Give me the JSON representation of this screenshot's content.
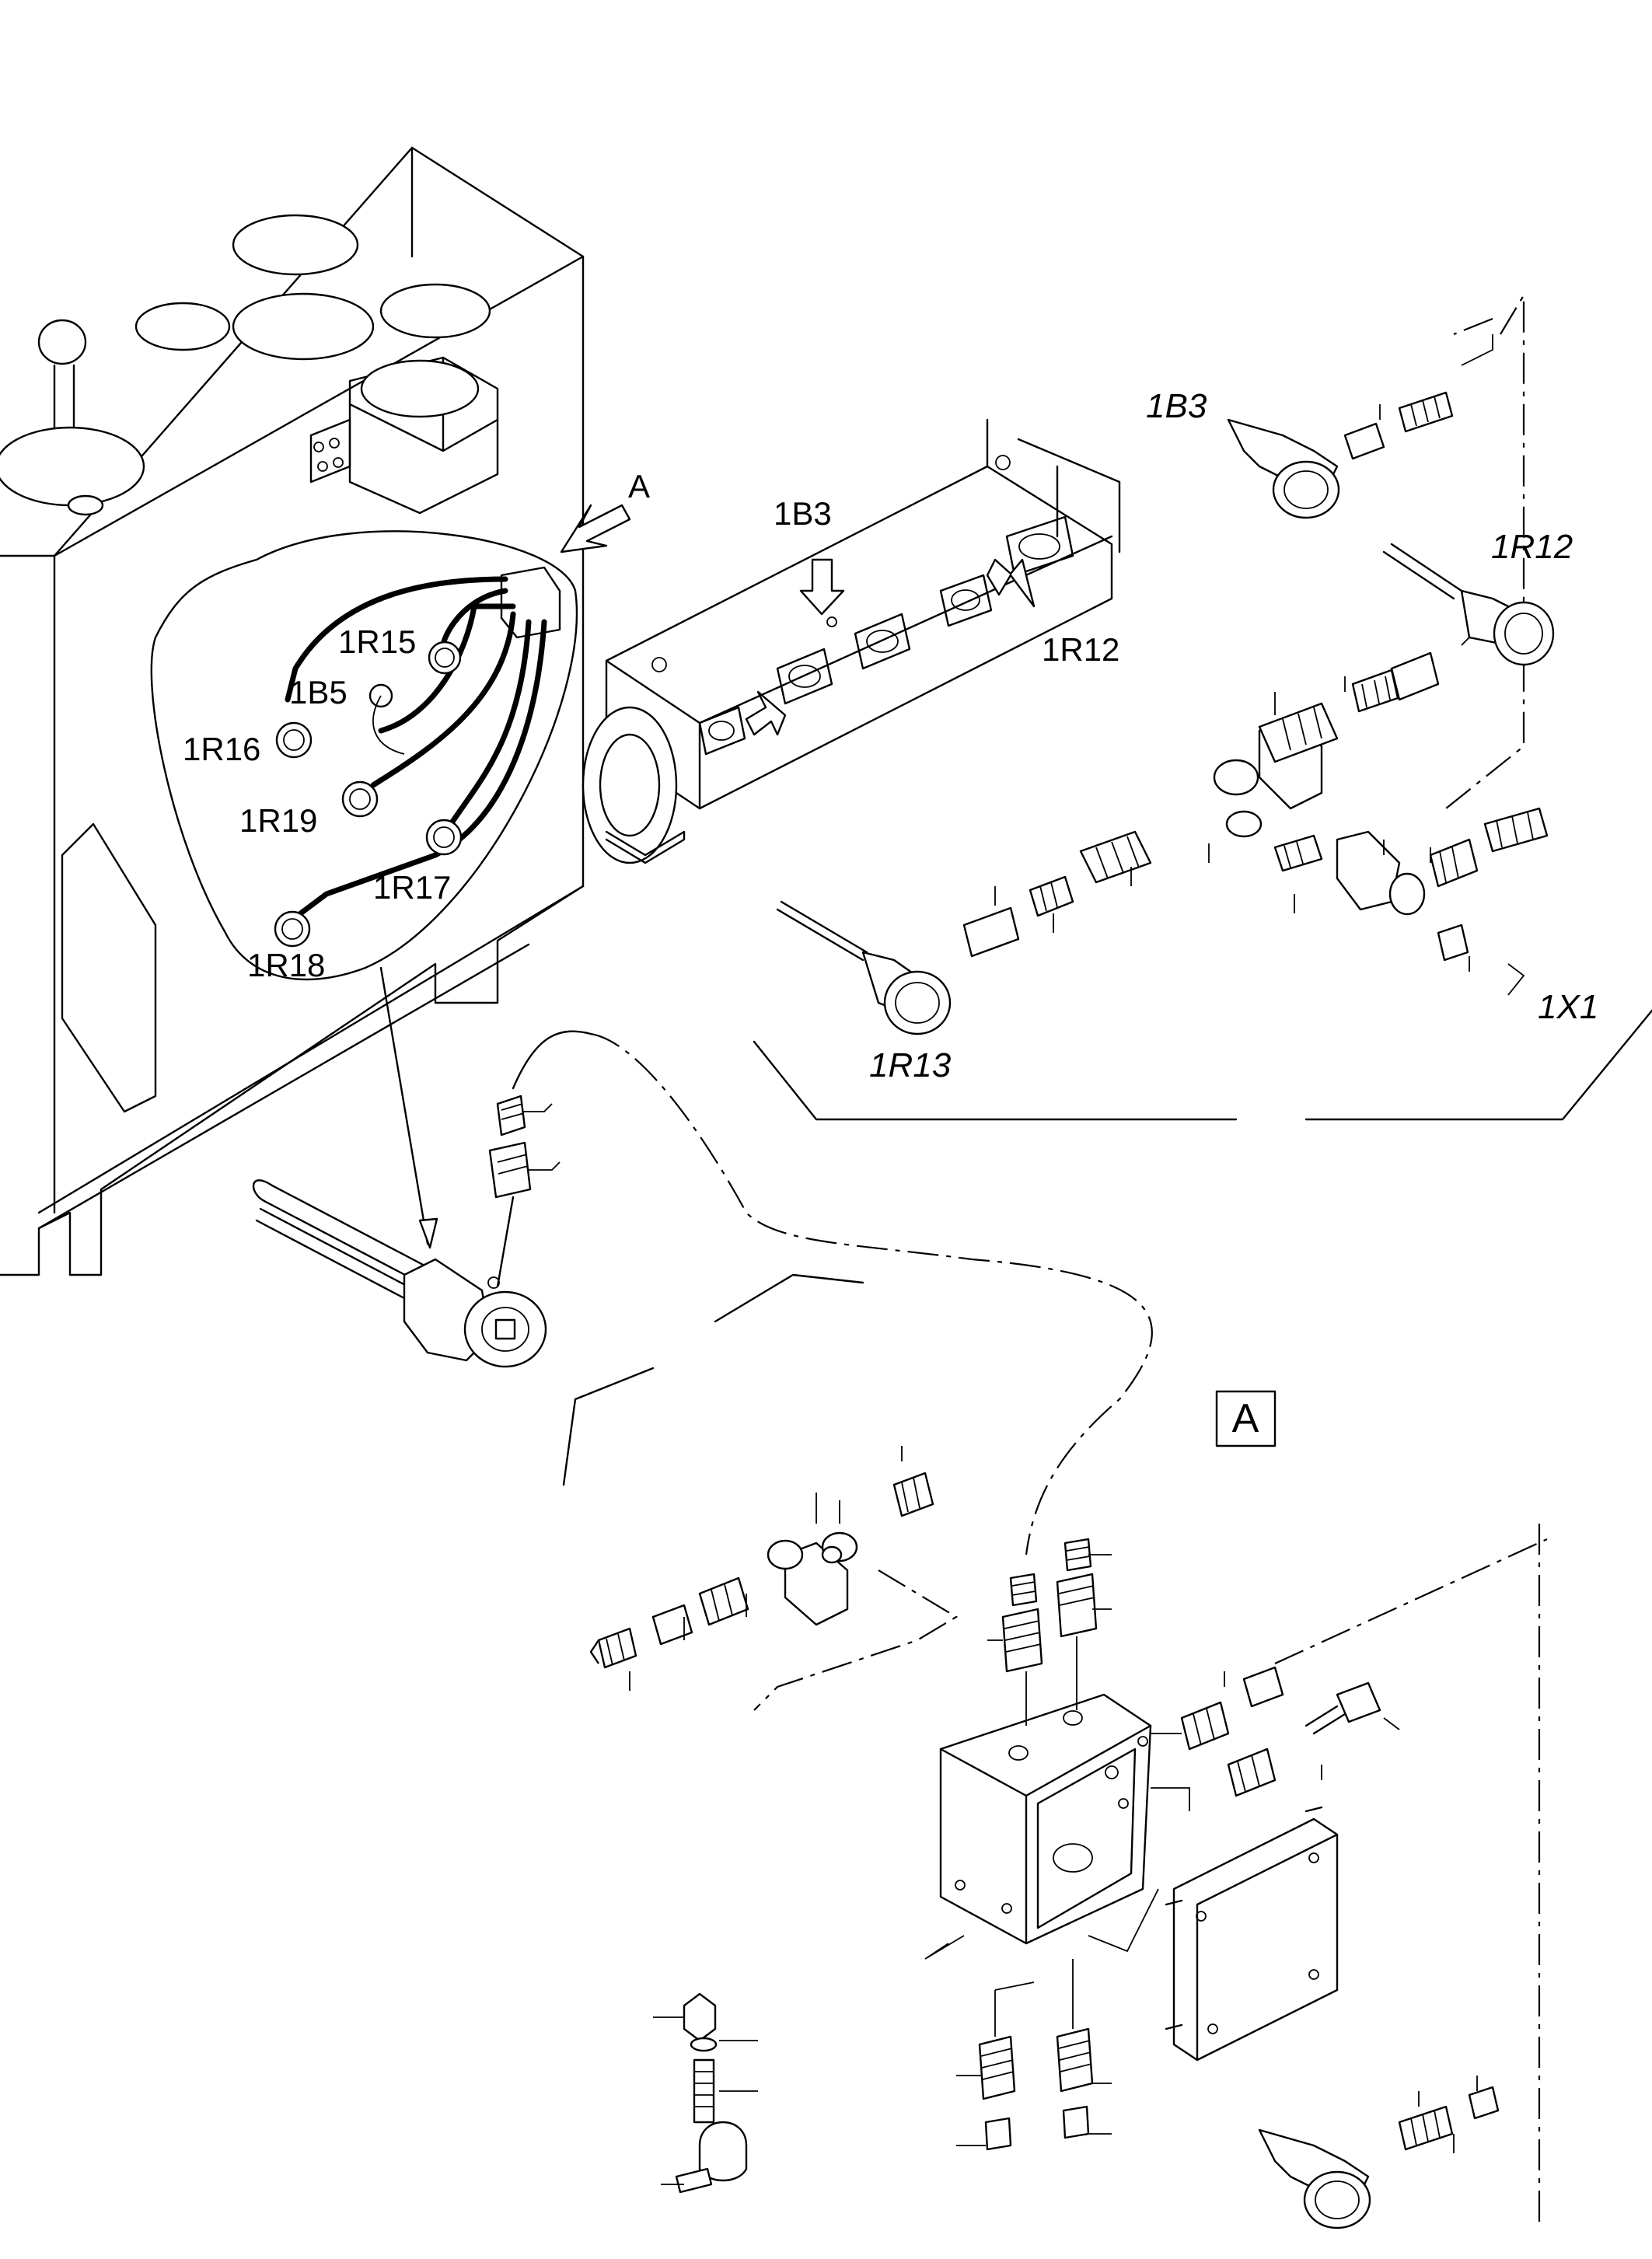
{
  "labels": {
    "view_ref_a": "A",
    "sensor_1b3": "1B3",
    "sensor_1r12": "1R12",
    "heater_1r15": "1R15",
    "sensor_1b5": "1B5",
    "heater_1r16": "1R16",
    "heater_1r19": "1R19",
    "heater_1r17": "1R17",
    "heater_1r18": "1R18",
    "detail_1b3": "1B3",
    "detail_1r12": "1R12",
    "detail_1r13": "1R13",
    "detail_1x1": "1X1",
    "section_box_a": "A"
  }
}
